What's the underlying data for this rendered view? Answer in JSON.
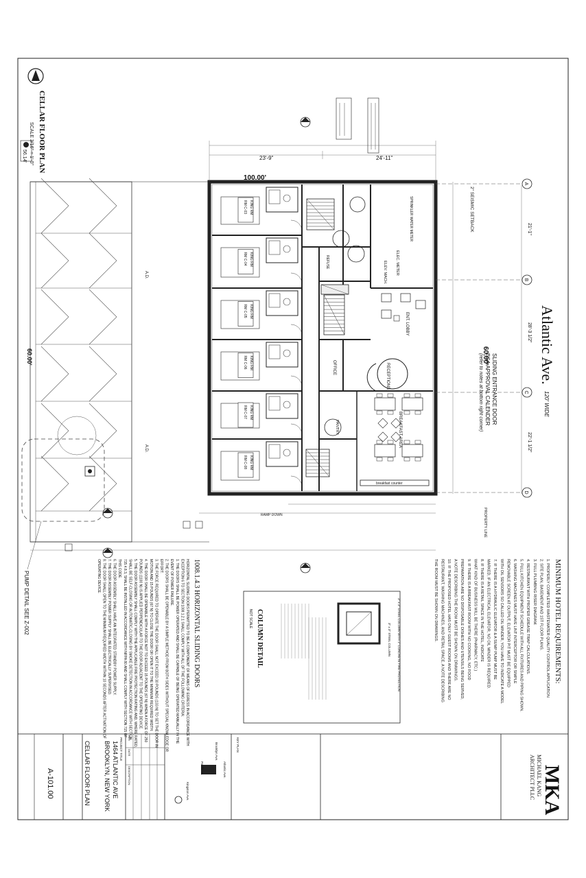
{
  "street": {
    "name": "Atlantic Ave.",
    "width_note": "120' WIDE"
  },
  "plan": {
    "title": "CELLAR FLOOR PLAN",
    "scale": "SCALE 3/16\" = 1'-0\"",
    "elevation_badge": "56.14'",
    "dim_top_total": "100.00'",
    "dim_right_total": "60.00'",
    "dim_left_total": "60.00'",
    "dim_seg_1": "23'-9\"",
    "dim_seg_2": "24'-11\"",
    "dim_bay_1": "21'-1\"",
    "dim_bay_2": "28'-3 1/2\"",
    "dim_bay_3": "22'-1 1/2\"",
    "setback": "2\" SEISMIC SETBACK",
    "property_line": "PROPERTY LINE",
    "pump_detail": "PUMP DETAIL SEE Z-002"
  },
  "grid": [
    "A",
    "B",
    "C",
    "D"
  ],
  "rooms": [
    {
      "key": "ent_lobby",
      "label": "ENT. LOBBY"
    },
    {
      "key": "reception",
      "label": "RECEPTIONS"
    },
    {
      "key": "office",
      "label": "OFFICE"
    },
    {
      "key": "breakfast",
      "label": "BREAKFAST AREA"
    },
    {
      "key": "pantry",
      "label": "PANTRY"
    },
    {
      "key": "elev",
      "label": "ELEV. MACH."
    },
    {
      "key": "elec",
      "label": "ELEC. METER"
    },
    {
      "key": "sprinkler",
      "label": "SPRINKLER WATER METER"
    },
    {
      "key": "refuse",
      "label": "REFUSE"
    },
    {
      "key": "counter",
      "label": "breakfast counter"
    },
    {
      "key": "ramp",
      "label": "RAMP DOWN"
    }
  ],
  "guest_rooms": [
    {
      "type": "KING RM",
      "num": "RM C-03"
    },
    {
      "type": "KING RM",
      "num": "RM C-04"
    },
    {
      "type": "KING RM",
      "num": "RM C-05"
    },
    {
      "type": "KING RM",
      "num": "RM C-06"
    },
    {
      "type": "KING RM",
      "num": "RM C-07"
    },
    {
      "type": "KING RM",
      "num": "RM C-08"
    }
  ],
  "entrance_note": {
    "line1": "SLIDING ENTRANCE DOOR",
    "line2": "BSA APPROVAL CALENDER",
    "line3": "(refer to notes at bottom right corner)"
  },
  "requirements": {
    "title": "MINIMUM HOTEL REQUIREMENTS:",
    "items": [
      "1. PROPERLY COMPLETED WASTEWATER QUALITY CONTROL APPLICATION",
      "2. SITE PLAN, BASEMENT AND 1ST FLOOR PLANS.",
      "3. FULL PLUMBING RISER DIAGRAM.",
      "4. RESTAURANT WITH PROPER GREASE TRAP CALCULATIONS.",
      "5. FULL KITCHEN EQUIPMENT SCHEDULE WITH ALL FIXTURES AND PIPING SHOWN.",
      "6. WASHING MACHINES MUST HAVE LINT INTERCEPTOR OR SIMPLE",
      "   REMOVABLE SCREEN AT OUTPUT, ELEVATOR PIT MUST BE EQUIPPED",
      "   WITH OIL SENSORS SO CALLED OIL MINDER, YOU HAVE TO INDICATE A MODEL",
      "7. IF THERE IS A HYDRAULIC ELEVATOR & A SUMP PUMP MUST BE",
      "   MARKED, IF AN ELECTRICAL ELEVATOR, NO OIL MINDER IS REQUIRED.",
      "8. IF THERE IS A RETAIL SPACE IN THE HOTEL, INDICATE",
      "   WHAT KIND OF BUSINESS WILL BE THERE (PHARMACY, ETC.)",
      "9. IF THERE IS A BREAKFAST ROOM WITH NO COOKING, NO FOOD",
      "   PREPARATION ARE NO DISPOSABLE DISHES AND UTENSILS BEING SERVED,",
      "   A NOTE DESCRIBING THE ROOM MUST BE SHOWN ON DRAWINGS.",
      "10. IF THE PROPOSED HOTEL HAS ONLY GUEST ROOMS AND THERE ARE NO",
      "   RESTAURANT, WASHING MACHINES, AND RETAIL SPACE, A NOTE DESCRIBING",
      "   THE ROOM MUST BE SHOWN ON DRAWINGS."
    ]
  },
  "sliding_doors": {
    "title": "1008.1.4.3 HORIZONTAL SLIDING DOORS",
    "intro": "HORIZONTAL SLIDING DOORS PERMITTED TO BE A COMPONENT OF MEANS OF EGRESS IN ACCORDANCE WITH EXCEPTION 6 TO SECTION 1008.1.2.1 SHALL COMPLY WITH ALL OF THE FOLLOWING CRITERIA:",
    "items": [
      "1. THE DOORS SHALL BE POWER OPERATED AND SHALL BE CAPABLE OF BEING OPERATED MANUALLY IN THE EVENT OF POWER FAILURE.",
      "2. THE DOORS SHALL BE OPENABLE BY A SIMPLE METHOD FROM BOTH SIDES WITHOUT SPECIAL KNOWLEDGE OR EFFORT.",
      "3. THE FORCE REQUIRED TO OPERATE THE DOOR SHALL NOT EXCEED 30 POUNDS (133 N) TO SET THE DOOR IN MOTION AND 15 POUNDS (67 N) TO CLOSE THE DOOR OR OPEN IT TO THE MINIMUM REQUIRED WIDTH.",
      "4. THE DOOR SHALL BE OPENABLE WITH A FORCE NOT TO EXCEED 15 POUNDS (67 N) WHEN A FORCE OF 250 POUNDS (1100 N) IS APPLIED PERPENDICULAR TO THE DOOR ADJACENT TO THE OPERATING DEVICE.",
      "5. THE DOOR ASSEMBLY SHALL COMPLY WITH THE APPLICABLE FIRE PROTECTION RATING AND, WHERE RATED, SHALL BE SELF-CLOSING OR AUTOMATIC-CLOSING BY SMOKE DETECTION IN ACCORDANCE WITH SECTION 715.4.8.3, SHALL BE INSTALLED IN ACCORDANCE WITH NFPA 80 AND SHALL COMPLY WITH SECTION 715 OF THIS CODE.",
      "6. THE DOOR ASSEMBLY SHALL HAVE AN INTEGRATED STANDBY POWER SUPPLY.",
      "7. THE DOOR ASSEMBLY POWER SUPPLY SHALL BE ELECTRICALLY SUPERVISED.",
      "8. THE DOOR SHALL OPEN TO THE MINIMUM REQUIRED WIDTH WITHIN 10 SECONDS AFTER ACTIVATION OF OPERATING DEVICE."
    ]
  },
  "column_detail": {
    "title": "COLUMN DETAIL",
    "scale": "NOT SCALE",
    "caption": "3\" x 3\" STEEL COLUMN",
    "note": "3\" x 3\" STEEL COLUMN WITH 1\" CONCRETE FIRE PROTECTION"
  },
  "title_block": {
    "firm_line1": "MICHAEL KANG",
    "firm_line2": "ARCHITECT PLLC",
    "key_plan": "KEY PLAN",
    "street_n": "Atlantic Ave.",
    "street_w": "Brooklyn Ave.",
    "street_s": "Kingston Ave.",
    "street_e": "Pacific St.",
    "project_title_label": "PROJECT TITLE",
    "project_line1": "1464 ATLANTIC AVE",
    "project_line2": "BROOKLYN, NEW YORK",
    "drawing_title": "CELLAR FLOOR PLAN",
    "drawing_no": "A-101.00",
    "rev_label": "REV",
    "date_label": "DATE",
    "desc_label": "DESCRIPTION"
  }
}
